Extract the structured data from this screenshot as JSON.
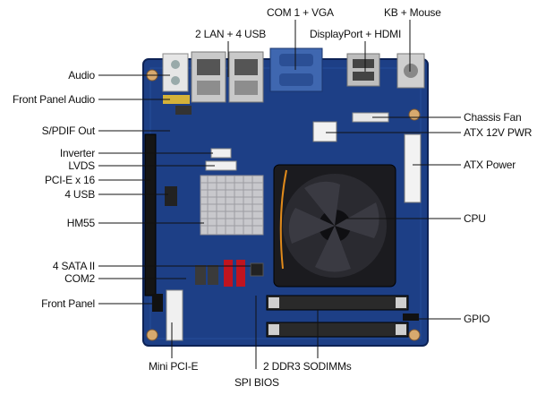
{
  "labels": {
    "audio": "Audio",
    "front_panel_audio": "Front Panel Audio",
    "spdif_out": "S/PDIF Out",
    "inverter": "Inverter",
    "lvds": "LVDS",
    "pcie_x16": "PCI-E x 16",
    "four_usb": "4 USB",
    "hm55": "HM55",
    "four_sata": "4 SATA II",
    "com2": "COM2",
    "front_panel": "Front Panel",
    "mini_pcie": "Mini PCI-E",
    "spi_bios": "SPI BIOS",
    "ddr3": "2 DDR3 SODIMMs",
    "lan_usb": "2 LAN + 4 USB",
    "com1_vga": "COM 1 + VGA",
    "dp_hdmi": "DisplayPort + HDMI",
    "kb_mouse": "KB + Mouse",
    "chassis_fan": "Chassis Fan",
    "atx_12v": "ATX 12V PWR",
    "atx_power": "ATX Power",
    "cpu": "CPU",
    "gpio": "GPIO"
  },
  "colors": {
    "pcb": "#1d3f86",
    "pcb_dark": "#102a63",
    "heatsink": "#c8c8cc",
    "fan": "#1b1b1f",
    "ddr_slot": "#2a2a2a",
    "connector_metal": "#b9b9b9",
    "pcie_slot": "#151515",
    "sata": "#c0141f",
    "leader": "#111111"
  }
}
